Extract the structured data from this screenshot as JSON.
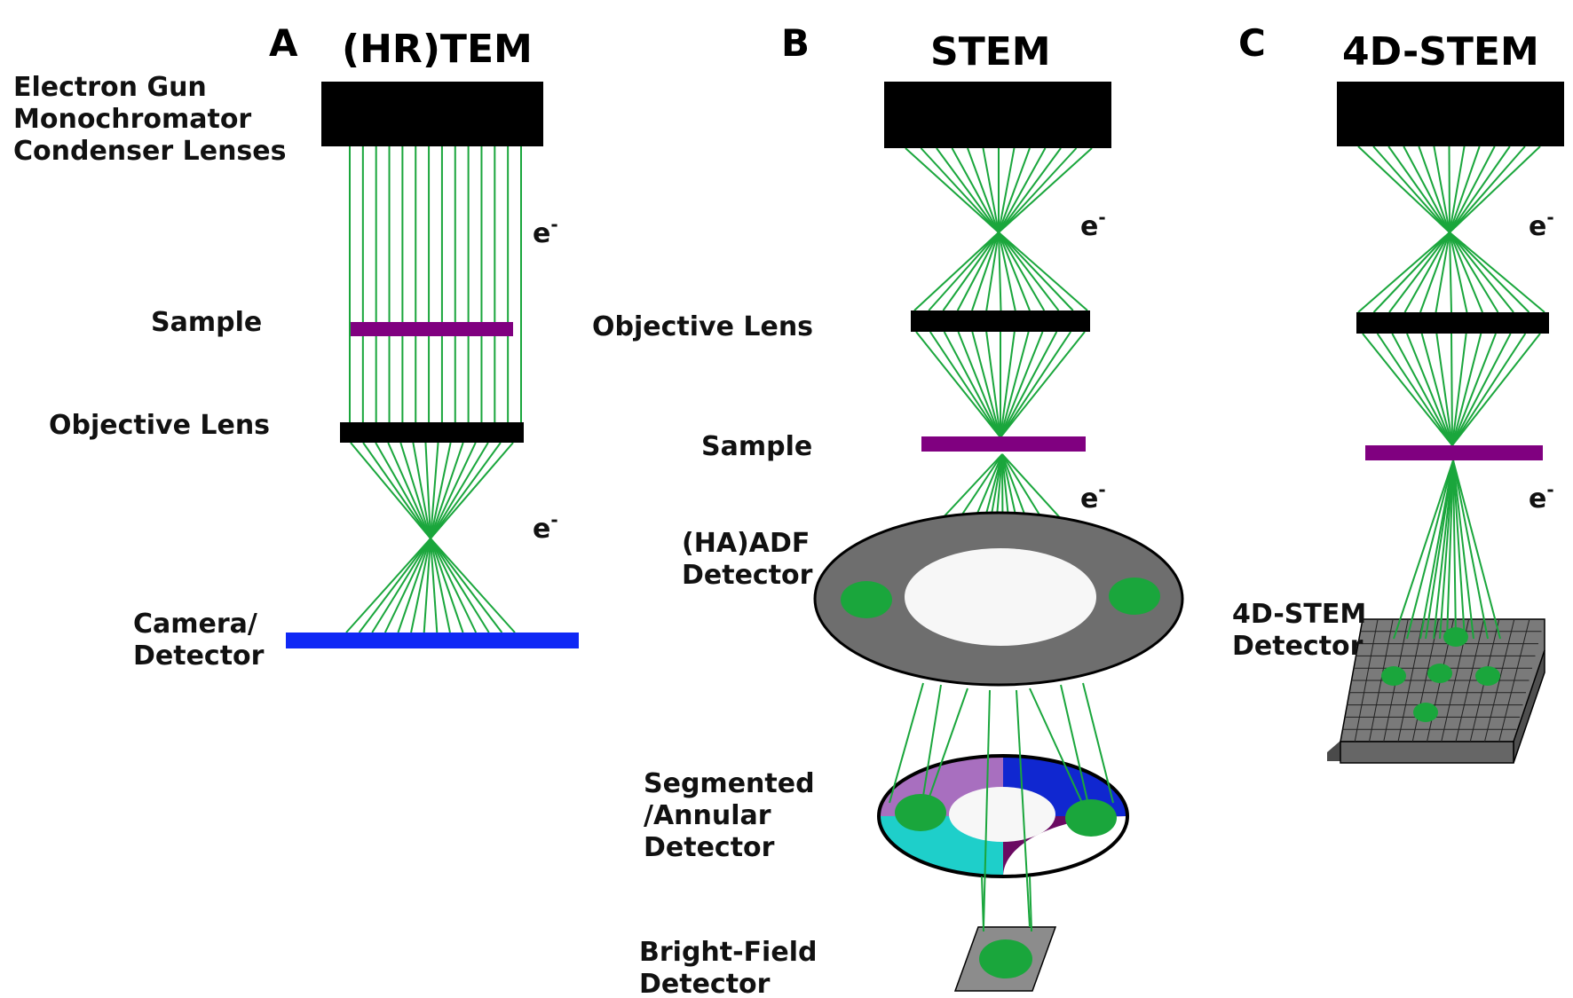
{
  "colors": {
    "ray": "#1aa63c",
    "lens": "#000000",
    "sample": "#800080",
    "camera": "#0f28f5",
    "adf": "#6e6e6e",
    "seg_purple_light": "#a86fbf",
    "seg_blue": "#1027d0",
    "seg_cyan": "#1ecfca",
    "seg_purple_dark": "#6b0a62",
    "detector_gray": "#8c8c8c"
  },
  "panels": {
    "a": {
      "letter": "A",
      "title": "(HR)TEM",
      "gun_labels": [
        "Electron Gun",
        "Monochromator",
        "Condenser Lenses"
      ],
      "sample_label": "Sample",
      "objective_label": "Objective Lens",
      "camera_label": [
        "Camera/",
        "Detector"
      ],
      "electron_label": "e",
      "electron_sup": "-"
    },
    "b": {
      "letter": "B",
      "title": "STEM",
      "objective_label": "Objective Lens",
      "sample_label": "Sample",
      "adf_label": [
        "(HA)ADF",
        "Detector"
      ],
      "segmented_label": [
        "Segmented",
        "/Annular",
        "Detector"
      ],
      "brightfield_label": [
        "Bright-Field",
        "Detector"
      ],
      "electron_label": "e",
      "electron_sup": "-"
    },
    "c": {
      "letter": "C",
      "title": "4D-STEM",
      "detector_label": [
        "4D-STEM",
        "Detector"
      ],
      "electron_label": "e",
      "electron_sup": "-"
    }
  }
}
